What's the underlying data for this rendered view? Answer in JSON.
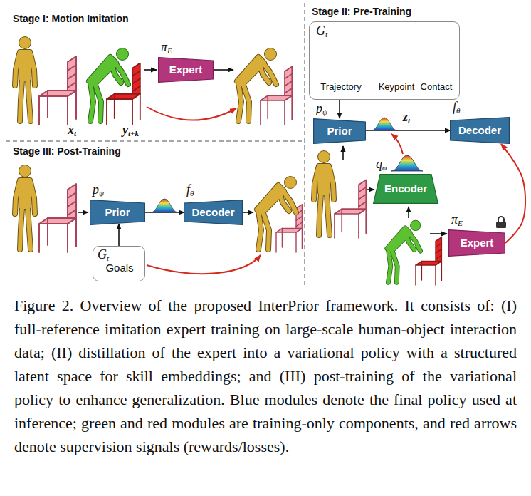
{
  "diagram": {
    "caption": "Figure 2. Overview of the proposed InterPrior framework. It consists of: (I) full-reference imitation expert training on large-scale human-object interaction data; (II) distillation of the expert into a variational policy with a structured latent space for skill embeddings; and (III) post-training of the variational policy to enhance generalization. Blue modules denote the final policy used at inference; green and red modules are training-only components, and red arrows denote supervision signals (rewards/losses).",
    "nodes": [
      {
        "text": [
          "πE",
          "Expert"
        ]
      },
      {
        "text": [
          "Gt",
          "Trajectory",
          "Keypoint",
          "Contact"
        ]
      },
      {
        "text": [
          "pψ",
          "Prior"
        ]
      },
      {
        "text": [
          "fθ",
          "Decoder"
        ]
      },
      {
        "text": [
          "qφ",
          "Encoder"
        ]
      },
      {
        "text": [
          "πE",
          "Expert"
        ]
      },
      {
        "text": [
          "pψ",
          "Prior"
        ]
      },
      {
        "text": [
          "fθ",
          "Decoder"
        ]
      },
      {
        "text": [
          "Gt",
          "Goals"
        ]
      }
    ],
    "edges": [
      {
        "from": 1,
        "to": 2,
        "arrow": "to"
      },
      {
        "from": 2,
        "to": 3,
        "arrow": "to"
      },
      {
        "from": 5,
        "to": 3,
        "arrow": "to"
      },
      {
        "from": 6,
        "to": 7,
        "arrow": "to"
      },
      {
        "from": 8,
        "to": 6,
        "arrow": "to"
      }
    ],
    "labels": [
      "Stage I: Motion Imitation",
      "xt",
      "yt+k",
      "Stage II: Pre-Training",
      "zt",
      "Stage III: Post-Training"
    ]
  }
}
